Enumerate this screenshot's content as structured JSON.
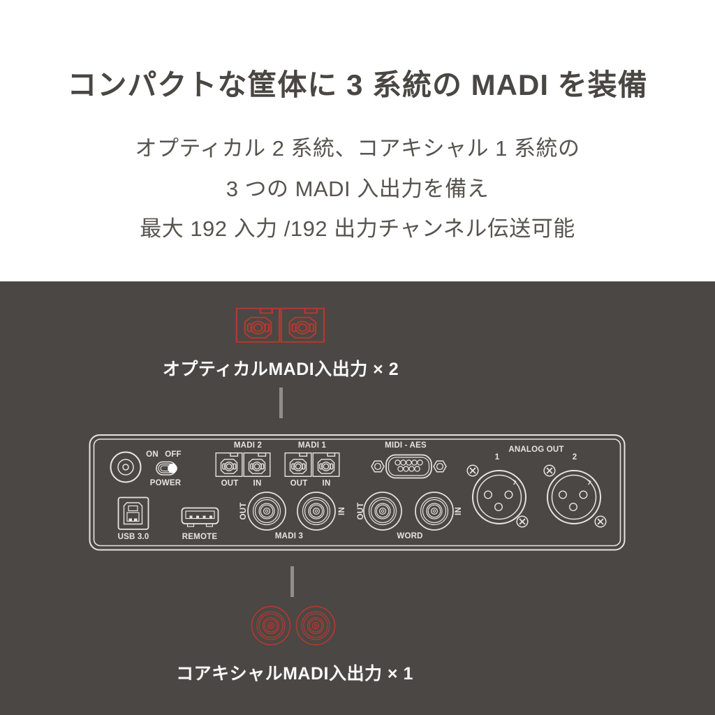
{
  "colors": {
    "background_dark": "#4b4745",
    "accent_red": "#b03a2f",
    "panel_line": "#e6e4e1",
    "heading_text": "#4a4743",
    "body_text": "#57534f",
    "callout_text": "#fbfbfa",
    "connector_line": "#908d8a"
  },
  "intro": {
    "title": "コンパクトな筐体に 3 系統の MADI を装備",
    "lines": [
      "オプティカル 2 系統、コアキシャル 1 系統の",
      "3 つの MADI 入出力を備え",
      "最大 192 入力 /192 出力チャンネル伝送可能"
    ]
  },
  "diagram": {
    "optical_callout": "オプティカルMADI入出力 × 2",
    "coaxial_callout": "コアキシャルMADI入出力 × 1",
    "panel": {
      "power": {
        "on": "ON",
        "off": "OFF",
        "label": "POWER"
      },
      "madi2": {
        "label": "MADI 2",
        "out": "OUT",
        "in": "IN"
      },
      "madi1": {
        "label": "MADI 1",
        "out": "OUT",
        "in": "IN"
      },
      "midi_aes": {
        "label": "MIDI - AES"
      },
      "analog_out": {
        "label": "ANALOG OUT",
        "ch1": "1",
        "ch2": "2"
      },
      "usb": {
        "label": "USB 3.0"
      },
      "remote": {
        "label": "REMOTE"
      },
      "madi3": {
        "label": "MADI 3",
        "out": "OUT",
        "in": "IN"
      },
      "word": {
        "label": "WORD",
        "out": "OUT",
        "in": "IN"
      }
    }
  }
}
